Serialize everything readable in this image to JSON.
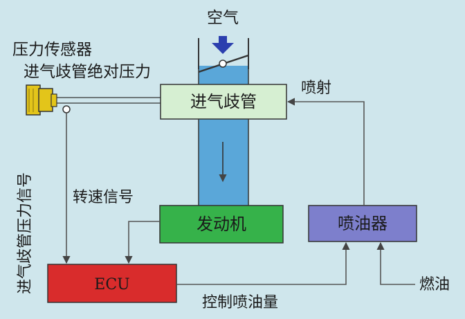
{
  "labels": {
    "air": "空气",
    "pressure_sensor": "压力传感器",
    "manifold_abs_pressure": "进气歧管绝对压力",
    "injection": "喷射",
    "speed_signal": "转速信号",
    "manifold_pressure_signal": "进气歧管压力信号",
    "control_injection": "控制喷油量",
    "fuel": "燃油"
  },
  "boxes": {
    "intake_manifold": "进气歧管",
    "engine": "发动机",
    "injector": "喷油器",
    "ecu": "ECU"
  },
  "colors": {
    "background": "#cfe6ec",
    "intake_box": "#d6efd2",
    "engine_box": "#36b24a",
    "injector_box": "#7d7fcc",
    "ecu_box": "#d92c2c",
    "air_duct": "#5aa7d9",
    "sensor": "#e3c51a",
    "arrow_blue": "#2b3fae"
  }
}
